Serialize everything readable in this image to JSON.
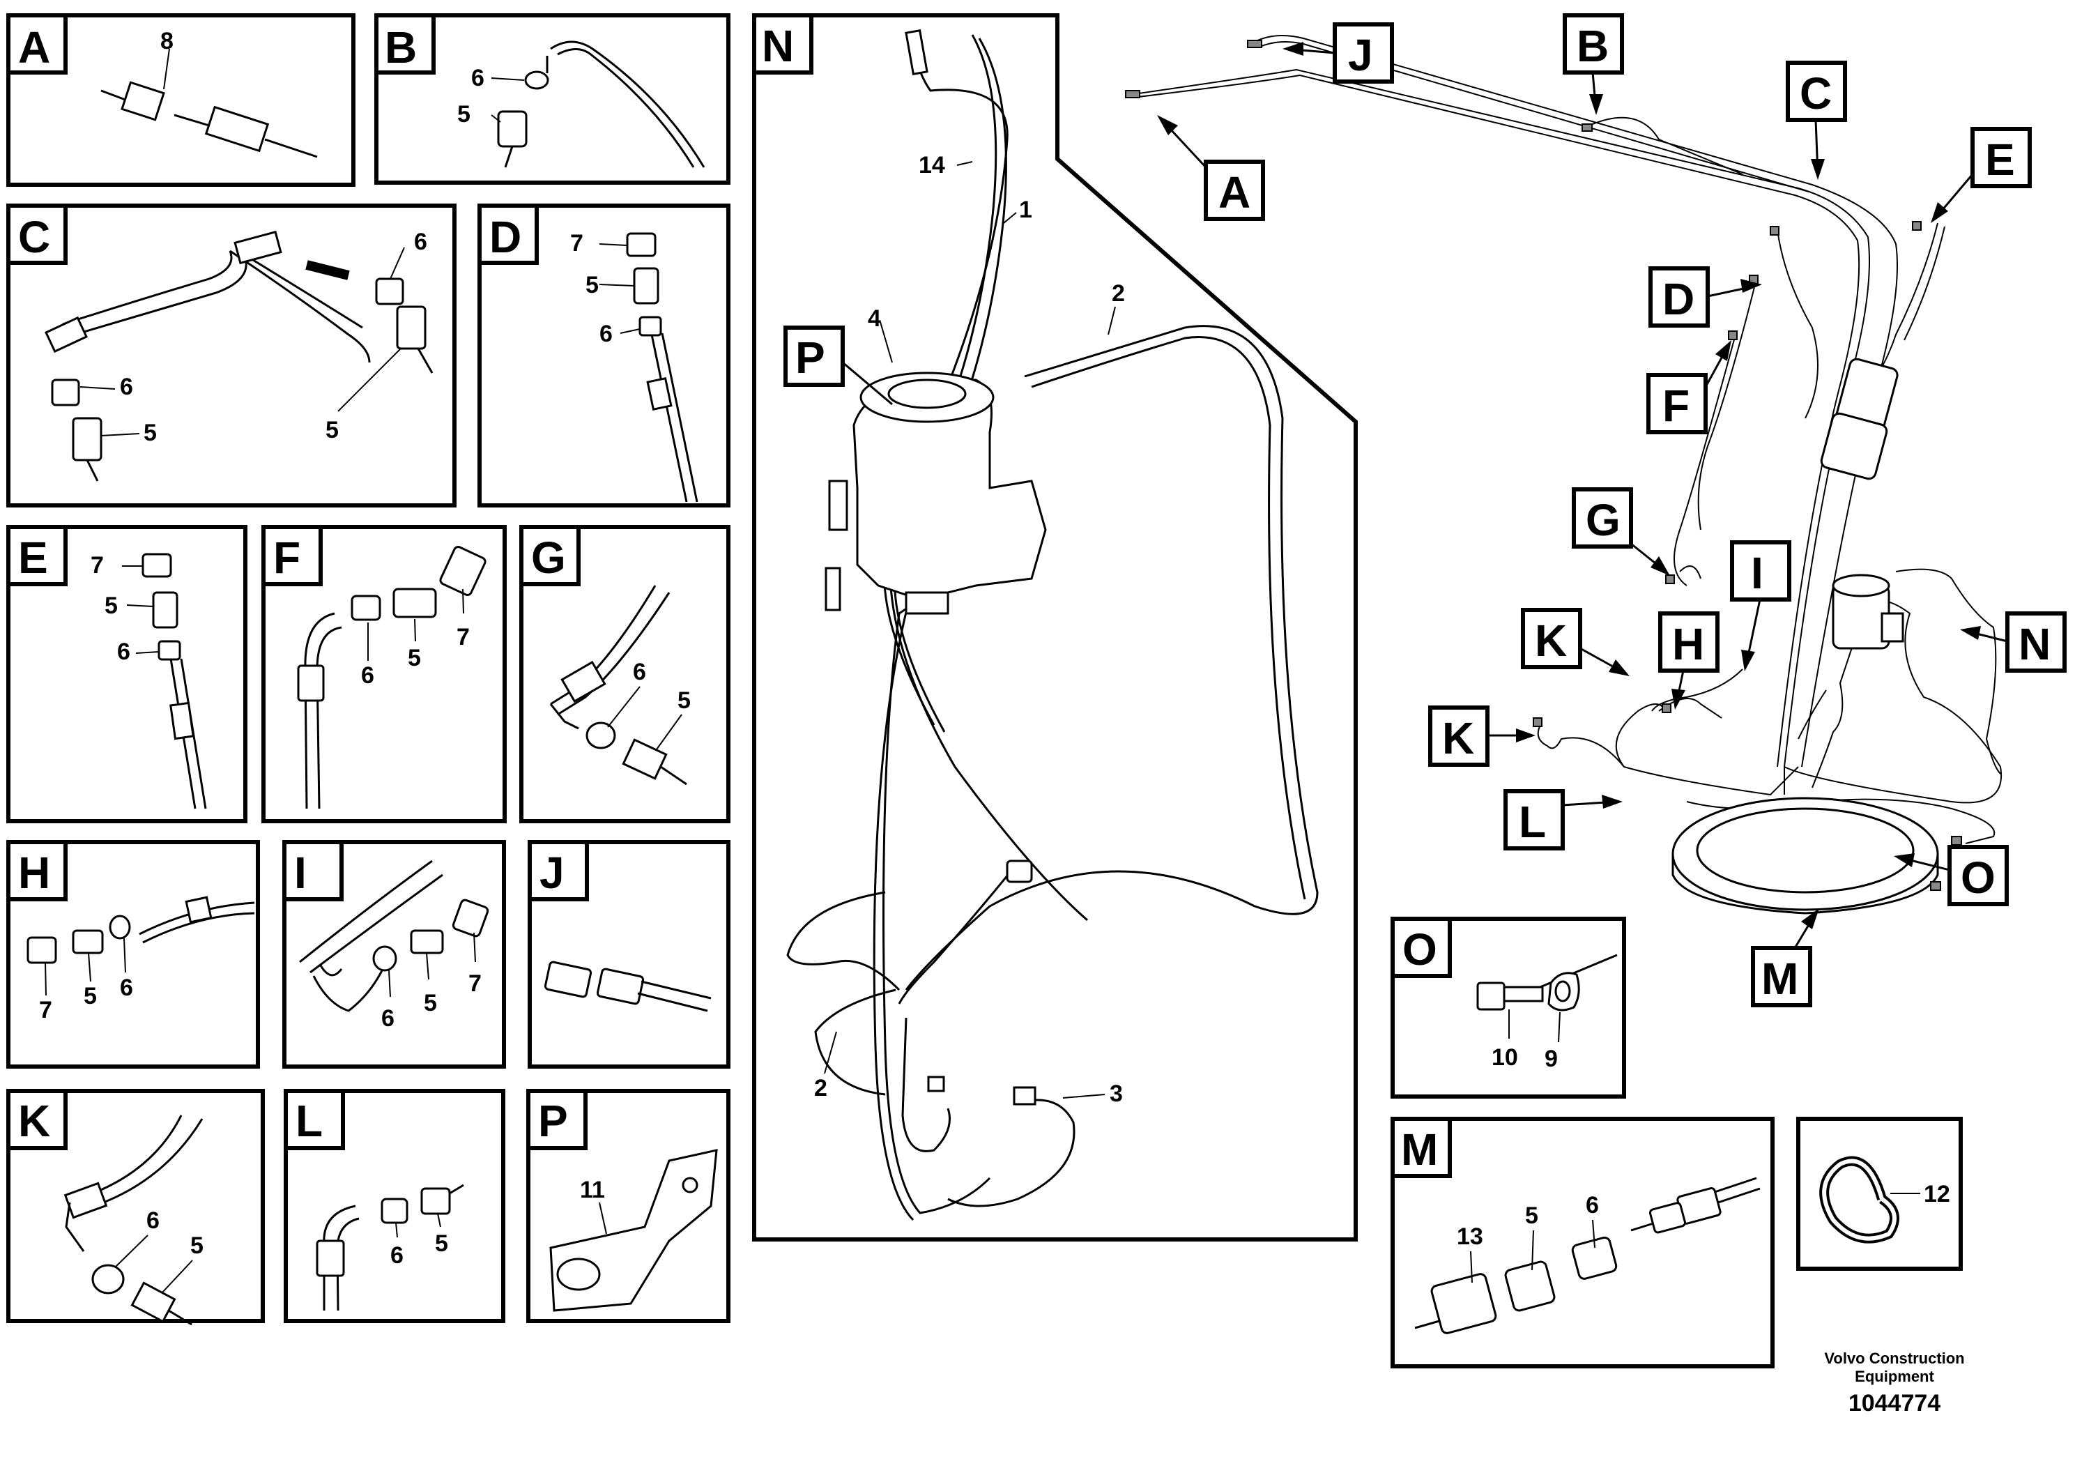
{
  "panels": [
    {
      "id": "A",
      "parts": [
        "8"
      ]
    },
    {
      "id": "B",
      "parts": [
        "6",
        "5"
      ]
    },
    {
      "id": "C",
      "parts": [
        "6",
        "6",
        "5",
        "5"
      ]
    },
    {
      "id": "D",
      "parts": [
        "7",
        "5",
        "6"
      ]
    },
    {
      "id": "E",
      "parts": [
        "7",
        "5",
        "6"
      ]
    },
    {
      "id": "F",
      "parts": [
        "6",
        "5",
        "7"
      ]
    },
    {
      "id": "G",
      "parts": [
        "6",
        "5"
      ]
    },
    {
      "id": "H",
      "parts": [
        "7",
        "5",
        "6"
      ]
    },
    {
      "id": "I",
      "parts": [
        "6",
        "5",
        "7"
      ]
    },
    {
      "id": "J",
      "parts": []
    },
    {
      "id": "K",
      "parts": [
        "6",
        "5"
      ]
    },
    {
      "id": "L",
      "parts": [
        "6",
        "5"
      ]
    },
    {
      "id": "P",
      "parts": [
        "11"
      ]
    },
    {
      "id": "N",
      "parts": [
        "14",
        "1",
        "4",
        "2",
        "2",
        "3"
      ],
      "inset": "P"
    },
    {
      "id": "O",
      "parts": [
        "10",
        "9"
      ]
    },
    {
      "id": "M",
      "parts": [
        "13",
        "5",
        "6"
      ]
    },
    {
      "id": "tie",
      "parts": [
        "12"
      ]
    }
  ],
  "overview_callouts": [
    "J",
    "B",
    "A",
    "C",
    "E",
    "D",
    "F",
    "G",
    "I",
    "H",
    "K",
    "N",
    "K",
    "L",
    "O",
    "M"
  ],
  "footer": {
    "company_line1": "Volvo Construction",
    "company_line2": "Equipment",
    "drawing_number": "1044774"
  }
}
